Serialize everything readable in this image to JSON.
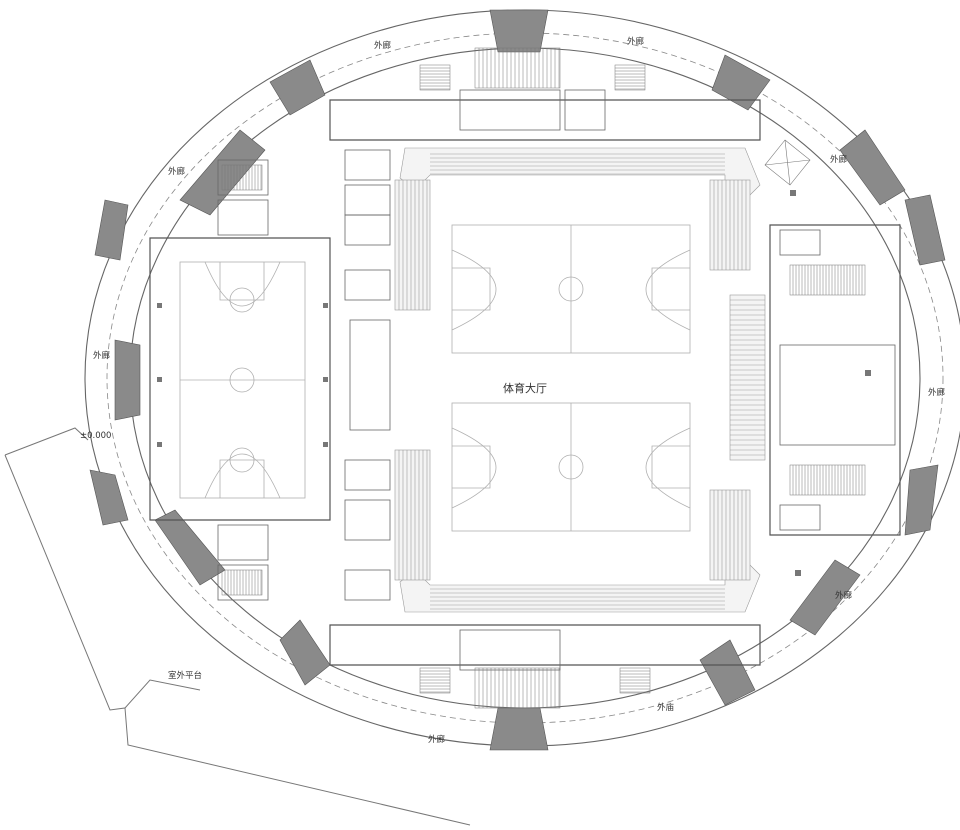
{
  "plan": {
    "hall_label": "体育大厅",
    "platform_label": "室外平台",
    "corridor_label": "外廊",
    "corridor_label_alt": "外庙",
    "level_label": "±0.000"
  },
  "colors": {
    "line": "#555555",
    "wall": "#8a8a8a",
    "pier": "#7d7d7d",
    "seat": "#9a9a9a",
    "court": "#b0b0b0",
    "background": "#ffffff"
  }
}
